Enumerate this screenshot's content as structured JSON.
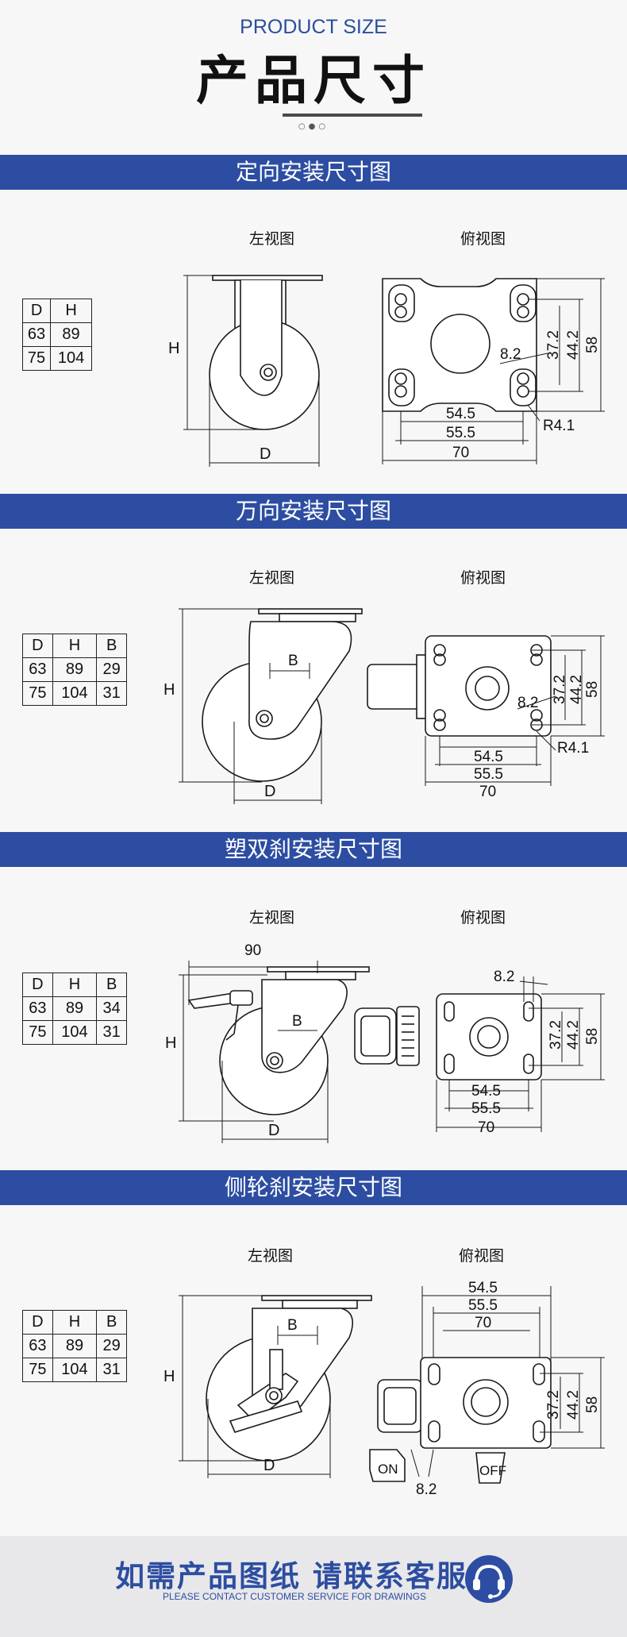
{
  "header": {
    "title_en": "PRODUCT SIZE",
    "title_cn": "产品尺寸",
    "dots": "○●○"
  },
  "view_labels": {
    "left": "左视图",
    "top": "俯视图"
  },
  "sections": [
    {
      "title": "定向安装尺寸图",
      "table": {
        "headers": [
          "D",
          "H"
        ],
        "rows": [
          [
            "63",
            "89"
          ],
          [
            "75",
            "104"
          ]
        ]
      },
      "dims": {
        "h": "H",
        "d": "D",
        "d1": "54.5",
        "d2": "55.5",
        "d3": "70",
        "v1": "37.2",
        "v2": "44.2",
        "v3": "58",
        "hole": "8.2",
        "r": "R4.1"
      }
    },
    {
      "title": "万向安装尺寸图",
      "table": {
        "headers": [
          "D",
          "H",
          "B"
        ],
        "rows": [
          [
            "63",
            "89",
            "29"
          ],
          [
            "75",
            "104",
            "31"
          ]
        ]
      },
      "dims": {
        "h": "H",
        "d": "D",
        "b": "B",
        "d1": "54.5",
        "d2": "55.5",
        "d3": "70",
        "v1": "37.2",
        "v2": "44.2",
        "v3": "58",
        "hole": "8.2",
        "r": "R4.1"
      }
    },
    {
      "title": "塑双刹安装尺寸图",
      "table": {
        "headers": [
          "D",
          "H",
          "B"
        ],
        "rows": [
          [
            "63",
            "89",
            "34"
          ],
          [
            "75",
            "104",
            "31"
          ]
        ]
      },
      "dims": {
        "h": "H",
        "d": "D",
        "b": "B",
        "w": "90",
        "d1": "54.5",
        "d2": "55.5",
        "d3": "70",
        "v1": "37.2",
        "v2": "44.2",
        "v3": "58",
        "hole": "8.2"
      }
    },
    {
      "title": "侧轮刹安装尺寸图",
      "table": {
        "headers": [
          "D",
          "H",
          "B"
        ],
        "rows": [
          [
            "63",
            "89",
            "29"
          ],
          [
            "75",
            "104",
            "31"
          ]
        ]
      },
      "dims": {
        "h": "H",
        "d": "D",
        "b": "B",
        "d1": "54.5",
        "d2": "55.5",
        "d3": "70",
        "v1": "37.2",
        "v2": "44.2",
        "v3": "58",
        "hole": "8.2",
        "on": "ON",
        "off": "OFF"
      }
    }
  ],
  "footer": {
    "cn": "如需产品图纸 请联系客服",
    "en": "PLEASE CONTACT CUSTOMER SERVICE FOR DRAWINGS",
    "icon": "headset-icon",
    "accent": "#2c4da1"
  }
}
